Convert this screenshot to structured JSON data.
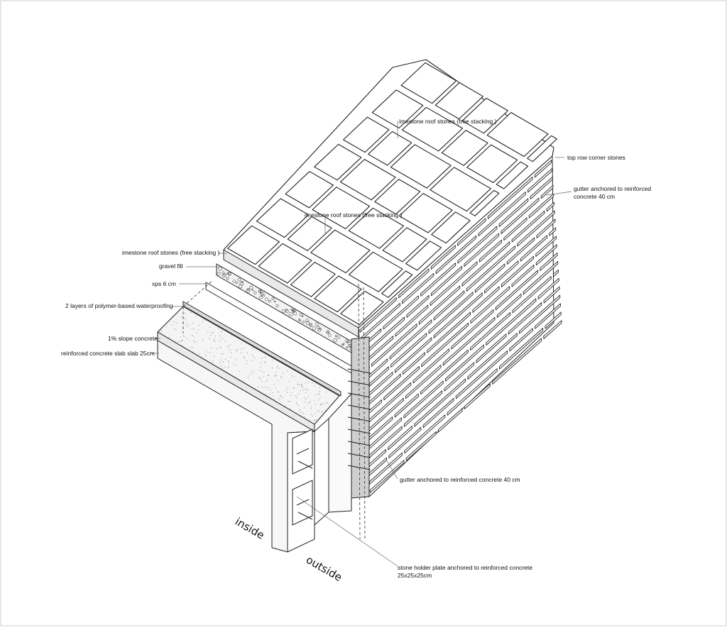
{
  "labels": {
    "roof_top": "imestone roof stones (free stacking )",
    "roof_mid": "imestone roof stones (free stacking )",
    "roof_edge": "imestone roof stones (free stacking )",
    "top_corner": "top row corner stones",
    "gutter_top_1": "gutter anchored to reinforced",
    "gutter_top_2": "concrete 40 cm",
    "gravel": "gravel fill",
    "xps": "xps  6 cm",
    "waterproof": "2 layers of polymer-based waterproofing",
    "slope": "1% slope concrete",
    "slab": "reinforced concrete slab slab 25cm",
    "gutter_low": "gutter anchored to reinforced concrete 40 cm",
    "holder_1": "stone holder plate anchored to reinforced concrete",
    "holder_2": "25x25x25cm",
    "inside": "inside",
    "outside": "outside"
  }
}
